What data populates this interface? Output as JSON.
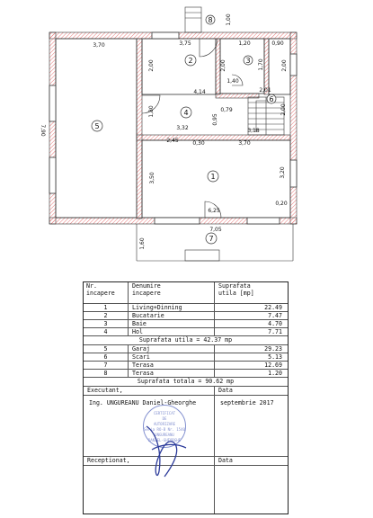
{
  "plan": {
    "rooms": [
      "1",
      "2",
      "3",
      "4",
      "5",
      "6",
      "7",
      "8"
    ],
    "dims": {
      "top_1_00": "1,00",
      "top_3_70": "3,70",
      "top_3_75": "3,75",
      "top_1_20": "1,20",
      "top_0_90": "0,90",
      "d_2_00a": "2,00",
      "d_2_00b": "2,00",
      "d_1_70": "1,70",
      "d_2_00c": "2,00",
      "d_1_40": "1,40",
      "d_2_01": "2,01",
      "d_4_14": "4,14",
      "d_1_80": "1,80",
      "d_0_79": "0,79",
      "d_0_95": "0,95",
      "d_3_32": "3,32",
      "d_3_18": "3,18",
      "d_2_00d": "2,00",
      "d_2_45": "2,45",
      "d_0_30": "0,30",
      "d_3_70b": "3,70",
      "d_7_90": "7,90",
      "d_3_50": "3,50",
      "d_3_20": "3,20",
      "d_0_20": "0,20",
      "d_6_25": "6,25",
      "d_7_05": "7,05",
      "d_1_60": "1,60"
    }
  },
  "table": {
    "header": {
      "nr": [
        "Nr.",
        "incapere"
      ],
      "name": [
        "Denumire",
        "incapere"
      ],
      "area": [
        "Suprafata",
        "utila [mp]"
      ]
    },
    "rows_a": [
      {
        "nr": "1",
        "name": "Living+Dinning",
        "area": "22.49"
      },
      {
        "nr": "2",
        "name": "Bucatarie",
        "area": "7.47"
      },
      {
        "nr": "3",
        "name": "Baie",
        "area": "4.70"
      },
      {
        "nr": "4",
        "name": "Hol",
        "area": "7.71"
      }
    ],
    "subtotal": "Suprafata utila = 42.37 mp",
    "rows_b": [
      {
        "nr": "5",
        "name": "Garaj",
        "area": "29.23"
      },
      {
        "nr": "6",
        "name": "Scari",
        "area": "5.13"
      },
      {
        "nr": "7",
        "name": "Terasa",
        "area": "12.69"
      },
      {
        "nr": "8",
        "name": "Terasa",
        "area": "1.20"
      }
    ],
    "total": "Suprafata totala = 90.62 mp",
    "executant_label": "Executant,",
    "data_label": "Data",
    "executant_name": "Ing. UNGUREANU Daniel-Gheorghe",
    "executant_date": "septembrie 2017",
    "stamp_lines": [
      "CERTIFICAT",
      "DE",
      "AUTORIZARE",
      "Seria RO-B Nr. 1540",
      "UNGUREANU",
      "DANIEL-GHEORGHE"
    ],
    "receptionat_label": "Receptionat,",
    "data_label2": "Data"
  }
}
